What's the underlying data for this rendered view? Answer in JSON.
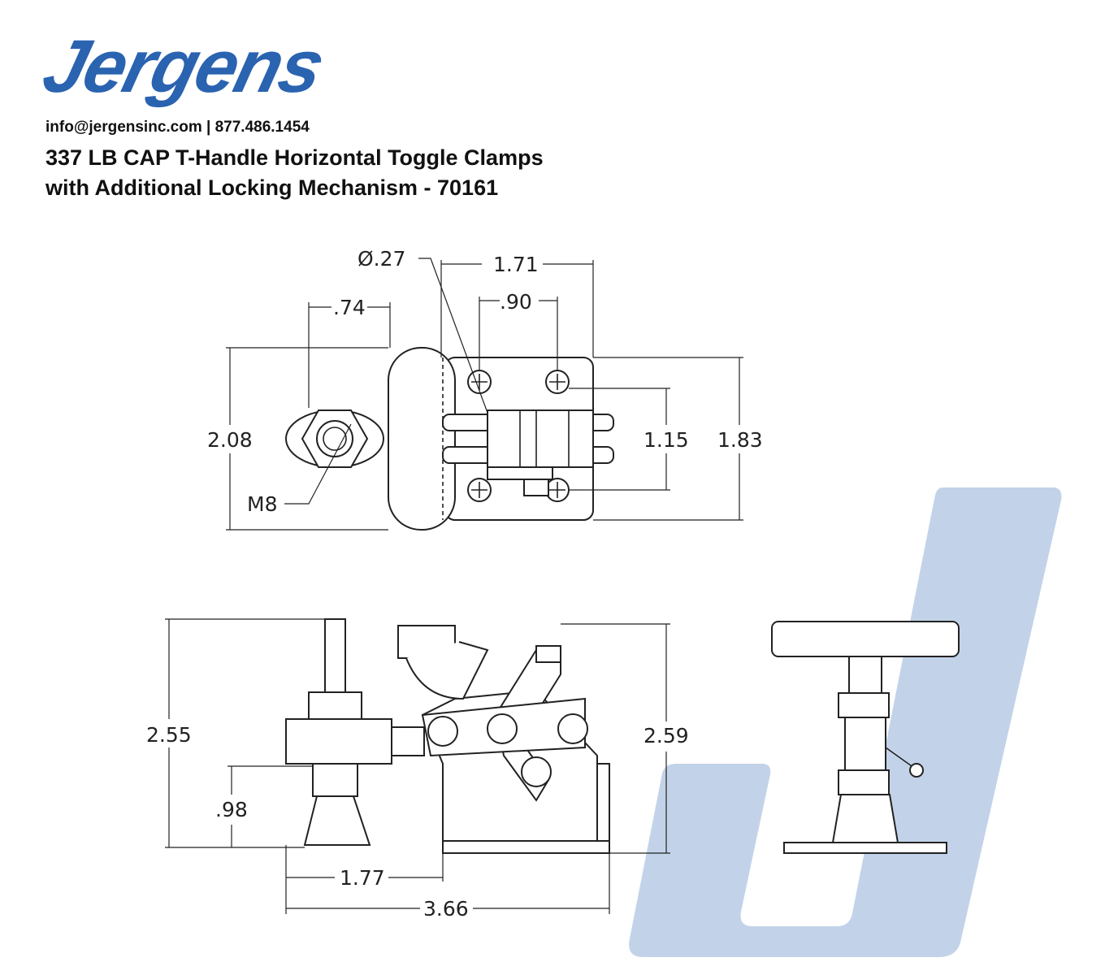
{
  "brand": {
    "logo_text": "Jergens",
    "logo_color": "#2a63b0",
    "watermark_color": "#c2d3e9"
  },
  "header": {
    "contact": "info@jergensinc.com | 877.486.1454",
    "title_line1": "337 LB CAP T-Handle Horizontal Toggle Clamps",
    "title_line2": "with Additional Locking Mechanism - 70161"
  },
  "top_view": {
    "hole_diameter": "Ø.27",
    "width_overall": "1.71",
    "hole_spacing_x": ".90",
    "spindle_offset": ".74",
    "handle_height": "2.08",
    "hole_spacing_y": "1.15",
    "base_height": "1.83",
    "thread": "M8"
  },
  "side_view": {
    "spindle_height": "2.55",
    "spindle_base": ".98",
    "overall_height": "2.59",
    "spindle_to_base": "1.77",
    "overall_length": "3.66"
  }
}
